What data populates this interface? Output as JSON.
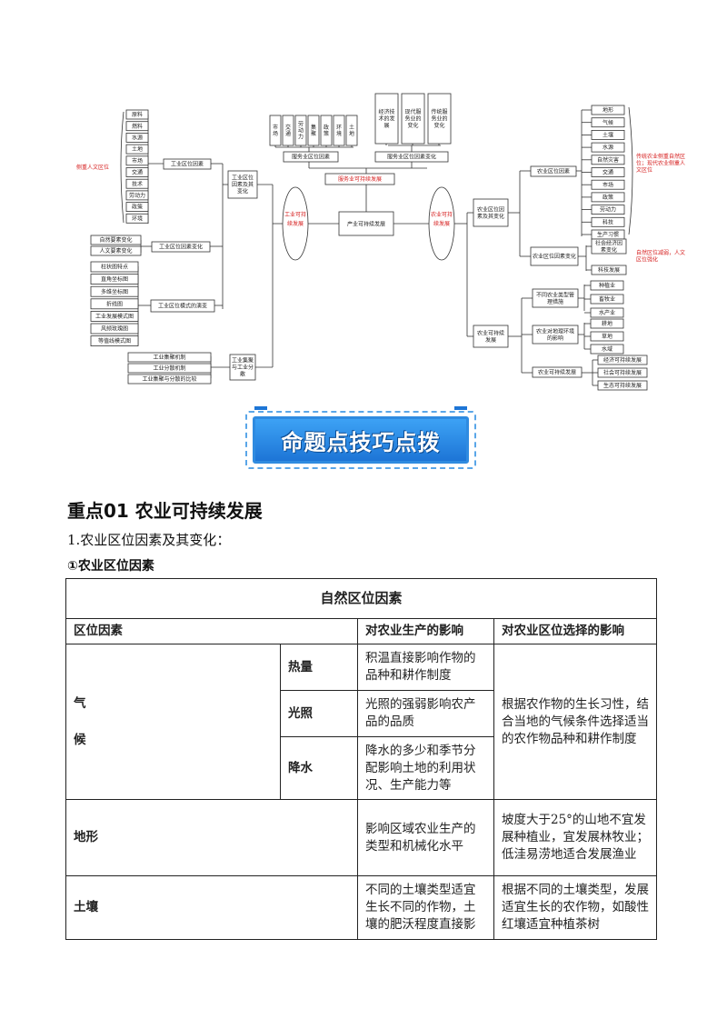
{
  "mindmap": {
    "center": "产业可持续发展",
    "left_hub": "工业可持续发展",
    "right_hub": "农业可持续发展",
    "service_title": "服务业可持续发展",
    "service_branches": [
      "服务业区位因素",
      "服务业区位因素变化"
    ],
    "service_factors": [
      "市场",
      "交通",
      "劳动力",
      "集聚",
      "政策",
      "环境",
      "土地"
    ],
    "service_changes": [
      "经济技术的发展",
      "现代服务业的变化",
      "传统服务业的变化"
    ],
    "industry": {
      "factors_and_changes": "工业区位因素及其变化",
      "location_factors": "工业区位因素",
      "factor_items": [
        "原料",
        "燃料",
        "水源",
        "土地",
        "市场",
        "交通",
        "技术",
        "劳动力",
        "政策",
        "环境"
      ],
      "factor_note": "侧重人文区位",
      "factor_change": "工业区位因素变化",
      "change_items": [
        "自然要素变化",
        "人文要素变化"
      ],
      "pattern_change": "工业区位模式的演变",
      "pattern_items": [
        "柱状图特点",
        "直角坐标图",
        "多维坐标图",
        "折线图",
        "工业发展模式图",
        "风频玫瑰图",
        "等值线模式图"
      ],
      "agglomeration": "工业集聚与工业分散",
      "agglomeration_items": [
        "工业集聚机制",
        "工业分散机制",
        "工业集聚与分散的比较"
      ]
    },
    "agriculture": {
      "factors_and_changes": "农业区位因素及其变化",
      "location_factors": "农业区位因素",
      "factor_items": [
        "地形",
        "气候",
        "土壤",
        "水源",
        "自然灾害",
        "交通",
        "市场",
        "政策",
        "劳动力",
        "科技",
        "生产习惯"
      ],
      "factor_note": "传统农业侧重自然区位；现代农业侧重人文区位",
      "factor_change": "农业区位因素变化",
      "change_items": [
        "社会经济因素变化",
        "科技发展"
      ],
      "change_note": "自然区位减弱，人文区位强化",
      "sustainable": "农业可持续发展",
      "env_impact": "不同农业类型管理措施",
      "env_items": [
        "种植业",
        "畜牧业",
        "水产业"
      ],
      "env_impact2": "农业对地理环境的影响",
      "env_items2": [
        "耕地",
        "草地",
        "水域"
      ],
      "sustain_dev": "农业可持续发展",
      "sustain_items": [
        "经济可持续发展",
        "社会可持续发展",
        "生态可持续发展"
      ]
    }
  },
  "banner": {
    "text": "命题点技巧点拨"
  },
  "section": {
    "title": "重点01  农业可持续发展",
    "subtitle": "1.农业区位因素及其变化：",
    "subsubtitle": "①农业区位因素"
  },
  "table": {
    "caption": "自然区位因素",
    "headers": [
      "区位因素",
      "对农业生产的影响",
      "对农业区位选择的影响"
    ],
    "climate": {
      "label_1": "气",
      "label_2": "候",
      "rows": [
        {
          "factor": "热量",
          "impact": "积温直接影响作物的品种和耕作制度"
        },
        {
          "factor": "光照",
          "impact": "光照的强弱影响农产品的品质"
        },
        {
          "factor": "降水",
          "impact": "降水的多少和季节分配影响土地的利用状况、生产能力等"
        }
      ],
      "choice": "根据农作物的生长习性，结合当地的气候条件选择适当的农作物品种和耕作制度"
    },
    "terrain": {
      "factor": "地形",
      "impact": "影响区域农业生产的类型和机械化水平",
      "choice": "坡度大于25°的山地不宜发展种植业，宜发展林牧业；低洼易涝地适合发展渔业"
    },
    "soil": {
      "factor": "土壤",
      "impact": "不同的土壤类型适宜生长不同的作物，土壤的肥沃程度直接影",
      "choice": "根据不同的土壤类型，发展适宜生长的农作物，如酸性红壤适宜种植茶树"
    }
  }
}
